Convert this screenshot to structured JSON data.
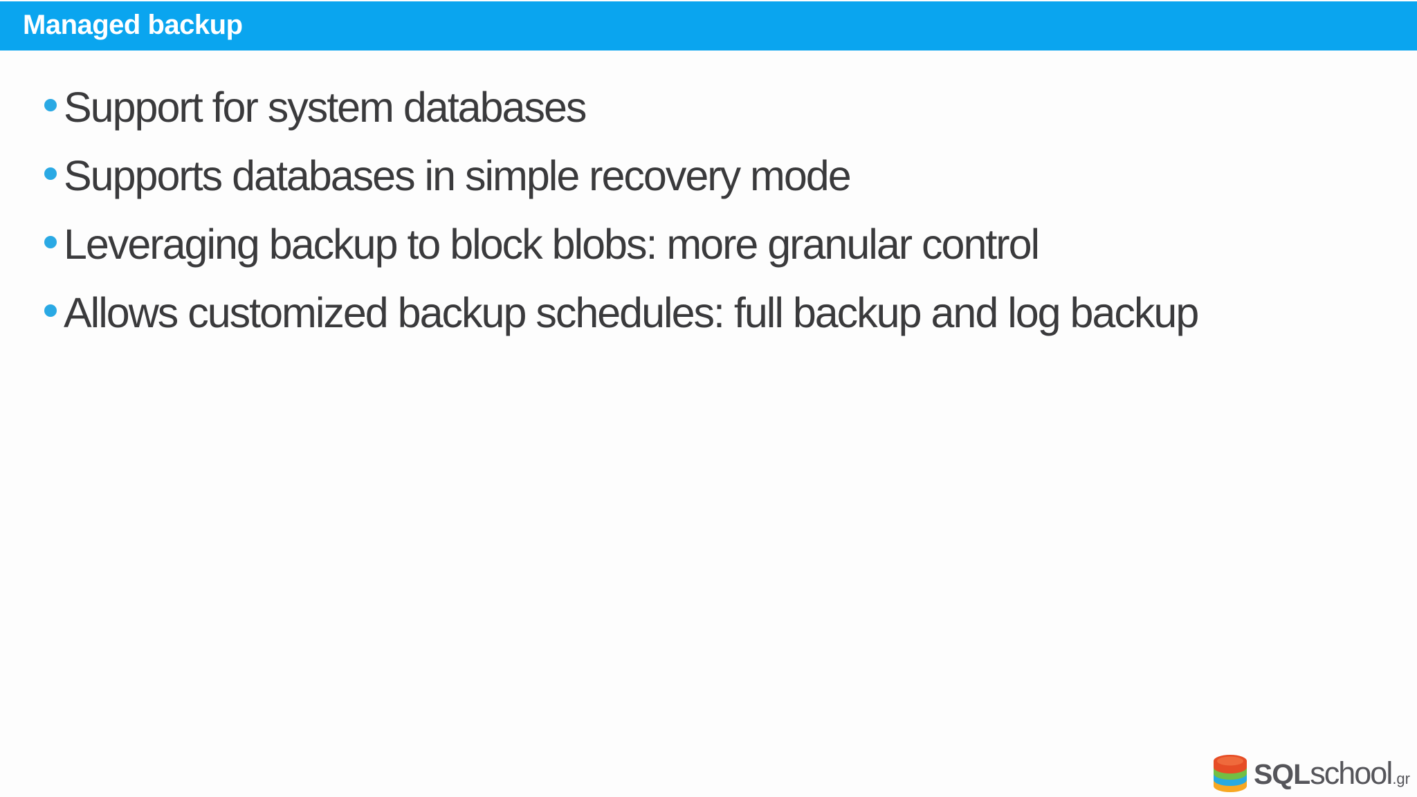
{
  "header": {
    "title": "Managed backup",
    "bar_color": "#0aa5ef"
  },
  "bullets": {
    "marker_color": "#2aa9e4",
    "text_color": "#3a3a3c",
    "items": [
      "Support for system databases",
      "Supports databases in simple recovery mode",
      "Leveraging backup to block blobs: more granular control",
      "Allows customized backup schedules: full backup and log backup"
    ]
  },
  "logo": {
    "brand_bold": "SQL",
    "brand_light": "school",
    "tld": ".gr",
    "icon": "database-icon",
    "icon_colors": {
      "top": "#e64d26",
      "upper_middle": "#72bf44",
      "lower_middle": "#27aae1",
      "bottom": "#f7a823"
    },
    "text_color": "#55555a"
  }
}
